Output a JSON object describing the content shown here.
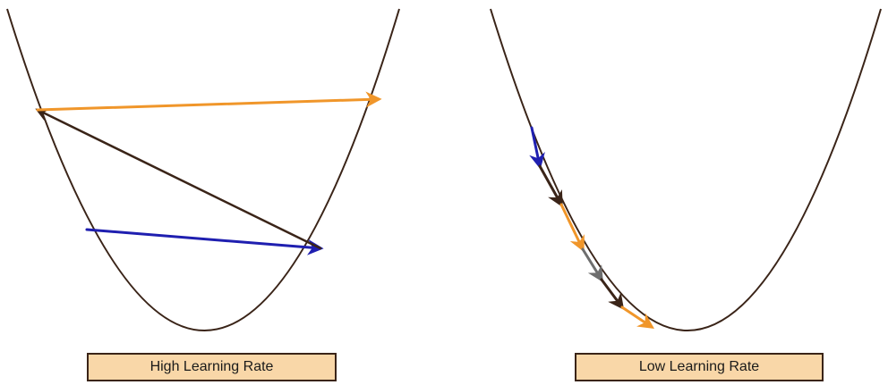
{
  "panels": [
    {
      "caption": "High Learning Rate",
      "steps": [
        {
          "name": "step-1-arrow",
          "color": "#1f1fb0"
        },
        {
          "name": "step-2-arrow",
          "color": "#3a2418"
        },
        {
          "name": "step-3-arrow",
          "color": "#f0962a"
        }
      ]
    },
    {
      "caption": "Low Learning Rate",
      "steps": [
        {
          "name": "step-1-arrow",
          "color": "#1f1fb0"
        },
        {
          "name": "step-2-arrow",
          "color": "#3a2418"
        },
        {
          "name": "step-3-arrow",
          "color": "#f0962a"
        },
        {
          "name": "step-4-arrow",
          "color": "#6e6e6e"
        },
        {
          "name": "step-5-arrow",
          "color": "#3a2418"
        },
        {
          "name": "step-6-arrow",
          "color": "#f0962a"
        }
      ]
    }
  ],
  "colors": {
    "curve": "#3a2418",
    "caption_fill": "#f9d7a8",
    "caption_border": "#3a2418"
  }
}
